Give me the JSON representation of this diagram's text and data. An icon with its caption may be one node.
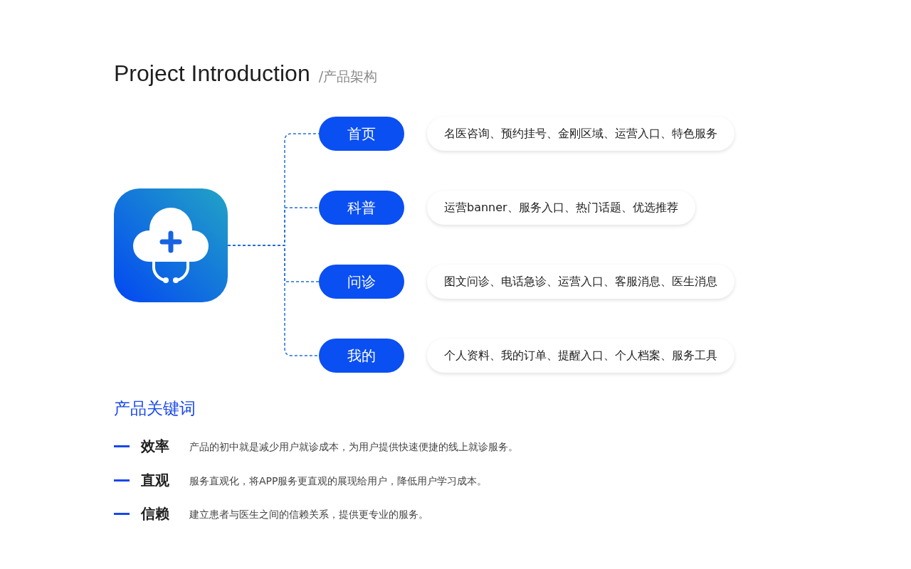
{
  "diagram": {
    "title": "Project Introduction",
    "nodes": [
      {
        "text": [],
        "shape": "picture"
      },
      {
        "text": [
          "首页"
        ]
      },
      {
        "text": [
          "名医咨询、预约挂号、金刚区域、运营入口、特色服务"
        ]
      },
      {
        "text": [
          "科普"
        ]
      },
      {
        "text": [
          "运营banner、服务入口、热门话题、优选推荐"
        ]
      },
      {
        "text": [
          "问诊"
        ]
      },
      {
        "text": [
          "图文问诊、电话急诊、运营入口、客服消息、医生消息"
        ]
      },
      {
        "text": [
          "我的"
        ]
      },
      {
        "text": [
          "个人资料、我的订单、提醒入口、个人档案、服务工具"
        ]
      }
    ],
    "edges": [
      {
        "from": 0,
        "to": 1,
        "arrow": "none",
        "style": "dashed"
      },
      {
        "from": 0,
        "to": 3,
        "arrow": "none",
        "style": "dashed"
      },
      {
        "from": 0,
        "to": 5,
        "arrow": "none",
        "style": "dashed"
      },
      {
        "from": 0,
        "to": 7,
        "arrow": "none",
        "style": "dashed"
      }
    ],
    "labels": [
      "/产品架构",
      "产品关键词",
      "效率",
      "产品的初中就是减少用户就诊成本，为用户提供快速便捷的线上就诊服务。",
      "直观",
      "服务直观化，将APP服务更直观的展现给用户，降低用户学习成本。",
      "信赖",
      "建立患者与医生之间的信赖关系，提供更专业的服务。"
    ]
  }
}
